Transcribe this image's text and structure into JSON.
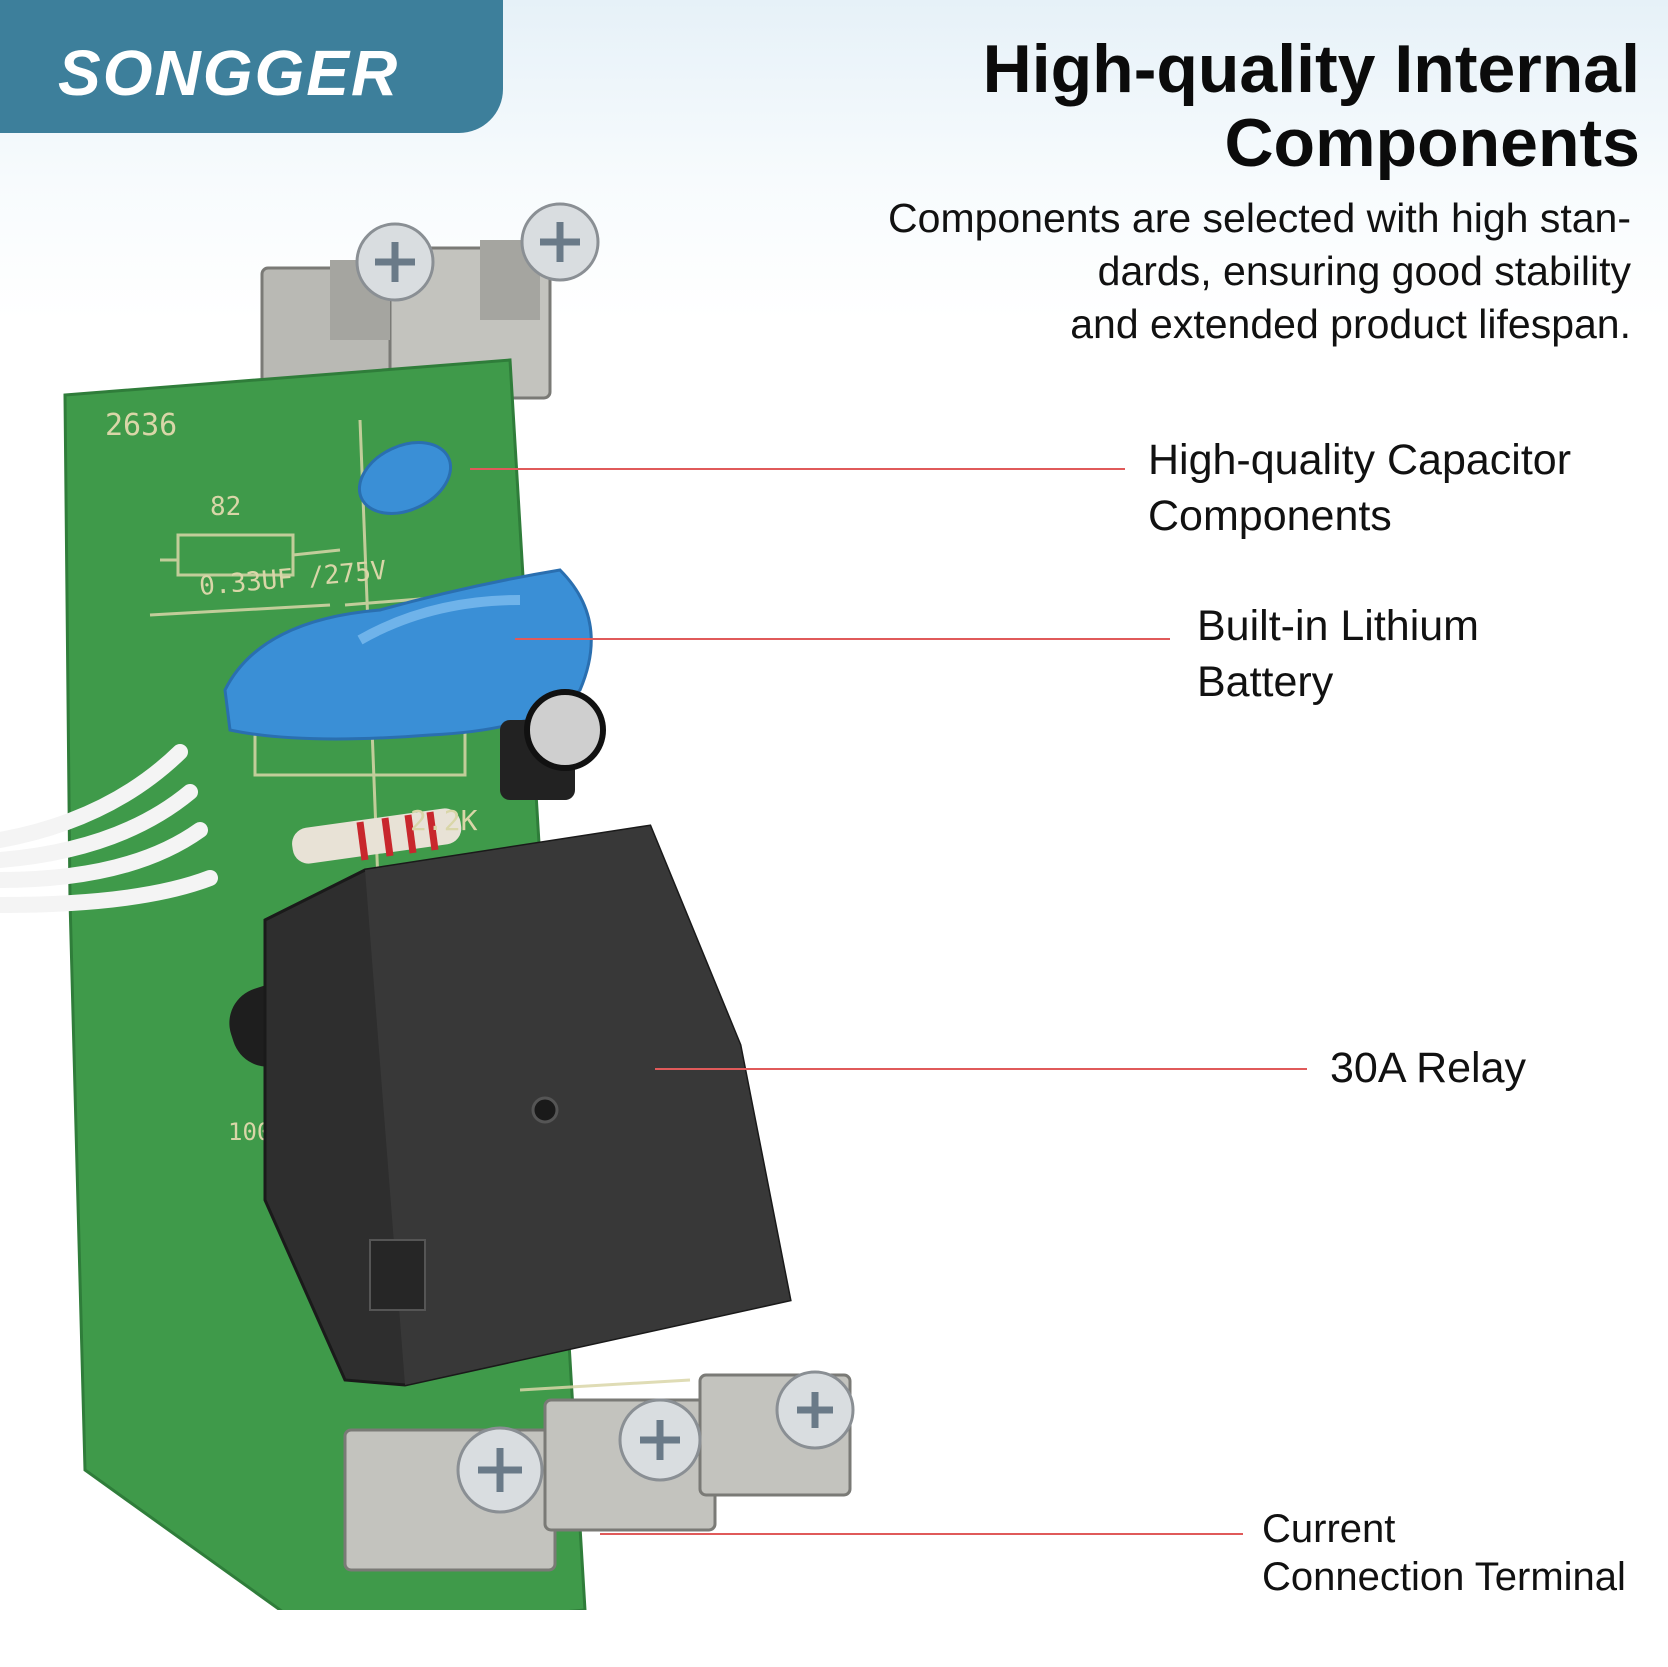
{
  "brand": {
    "name": "SONGGER",
    "accent": "#3d7f9b"
  },
  "headline": {
    "line1": "High-quality Internal",
    "line2": "Components"
  },
  "description": {
    "line1": "Components are selected with high stan-",
    "line2": "dards, ensuring good stability",
    "line3": "and extended product lifespan."
  },
  "board": {
    "pcb_code": "2636",
    "resistor_code": "82",
    "capacitor_rating": "0.33UF /275V",
    "resistor_value": "2.2K",
    "cap_value": "100UF"
  },
  "callouts": [
    {
      "line1": "High-quality Capacitor",
      "line2": "Components"
    },
    {
      "line1": "Built-in Lithium",
      "line2": "Battery"
    },
    {
      "line1": "30A Relay"
    },
    {
      "line1": "Current",
      "line2": "Connection Terminal"
    }
  ],
  "colors": {
    "pcb": "#3f9a4a",
    "component_blue": "#3a8fd6",
    "relay": "#2e2e2e",
    "leader": "#e05a5a"
  }
}
